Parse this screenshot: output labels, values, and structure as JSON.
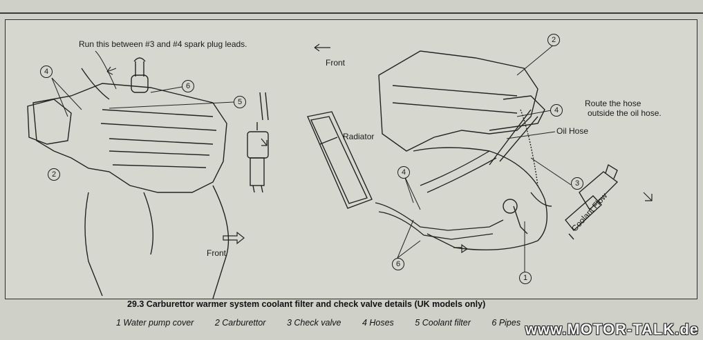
{
  "page": {
    "heading": ""
  },
  "labels": {
    "run_between": "Run this between #3 and #4 spark plug leads.",
    "front_top": "Front",
    "front_bottom": "Front",
    "radiator": "Radiator",
    "route_hose_line1": "Route the hose",
    "route_hose_line2": "outside the oil hose.",
    "oil_hose": "Oil Hose",
    "coolant_flow": "Coolant Flow"
  },
  "callouts": {
    "c1": "1",
    "c2": "2",
    "c3": "3",
    "c4": "4",
    "c5": "5",
    "c6": "6"
  },
  "caption": "29.3  Carburettor warmer system coolant filter and check valve details (UK models only)",
  "legend": [
    "1  Water pump cover",
    "2  Carburettor",
    "3  Check valve",
    "4  Hoses",
    "5  Coolant filter",
    "6  Pipes"
  ],
  "watermark": "www.MOTOR-TALK.de"
}
